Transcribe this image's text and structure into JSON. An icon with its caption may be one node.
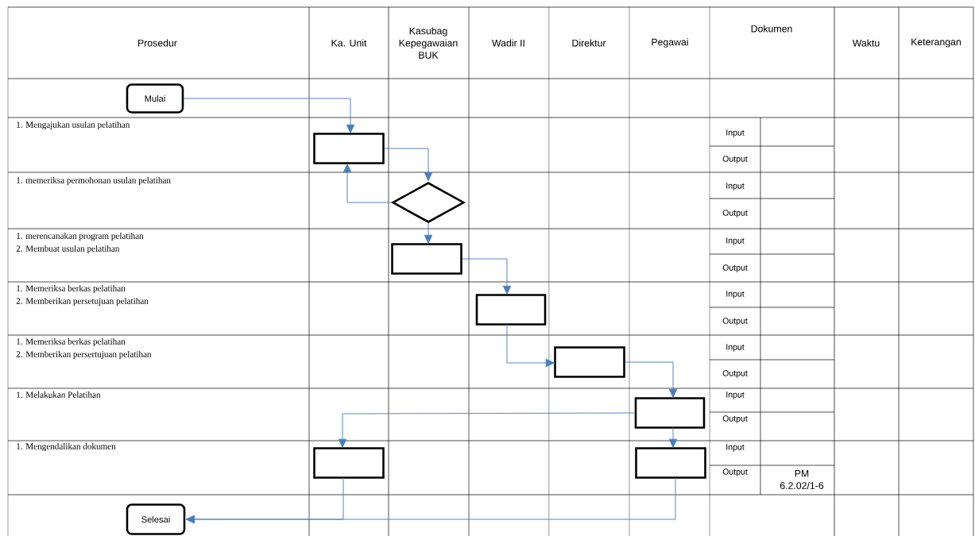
{
  "diagram": {
    "nodes": [
      {
        "text": [
          "Mulai"
        ]
      },
      {
        "text": [],
        "shape": "box"
      },
      {
        "text": [],
        "shape": "diamond"
      },
      {
        "text": [],
        "shape": "box"
      },
      {
        "text": [],
        "shape": "box"
      },
      {
        "text": [],
        "shape": "box"
      },
      {
        "text": [],
        "shape": "box"
      },
      {
        "text": [],
        "shape": "box"
      },
      {
        "text": [],
        "shape": "box"
      },
      {
        "text": [
          "Selesai"
        ]
      }
    ],
    "edges": [
      {
        "from": 0,
        "to": 1,
        "arrow": "to"
      },
      {
        "from": 1,
        "to": 2,
        "arrow": "to"
      },
      {
        "from": 2,
        "to": 1,
        "arrow": "to"
      },
      {
        "from": 2,
        "to": 3,
        "arrow": "to"
      },
      {
        "from": 3,
        "to": 4,
        "arrow": "to"
      },
      {
        "from": 4,
        "to": 5,
        "arrow": "to"
      },
      {
        "from": 5,
        "to": 6,
        "arrow": "to"
      },
      {
        "from": 6,
        "to": 7,
        "arrow": "to"
      },
      {
        "from": 6,
        "to": 8,
        "arrow": "to"
      },
      {
        "from": 7,
        "to": 9,
        "arrow": "to"
      },
      {
        "from": 8,
        "to": 9,
        "arrow": "to"
      }
    ],
    "labels": [
      "Prosedur",
      "Ka. Unit",
      "Kasubag Kepegawaian BUK",
      "Wadir II",
      "Direktur",
      "Pegawai",
      "Dokumen",
      "Waktu",
      "Keterangan",
      "1. Mengajukan usulan pelatihan",
      "Input",
      "Output",
      "1. memeriksa permohonan usulan pelatihan",
      "Input",
      "Output",
      "1. merencanakan program pelatihan",
      "2. Membuat usulan pelatihan",
      "Input",
      "Output",
      "1. Memeriksa berkas pelatihan",
      "2. Memberikan persetujuan pelatihan",
      "Input",
      "Output",
      "1. Memeriksa berkas pelatihan",
      "2. Memberikan persertujuan pelatihan",
      "Input",
      "Output",
      "1. Melakukan Pelatihan",
      "Input",
      "Output",
      "1. Mengendalikan dokumen",
      "Input",
      "Output",
      "PM 6.2.02/1-6"
    ]
  }
}
